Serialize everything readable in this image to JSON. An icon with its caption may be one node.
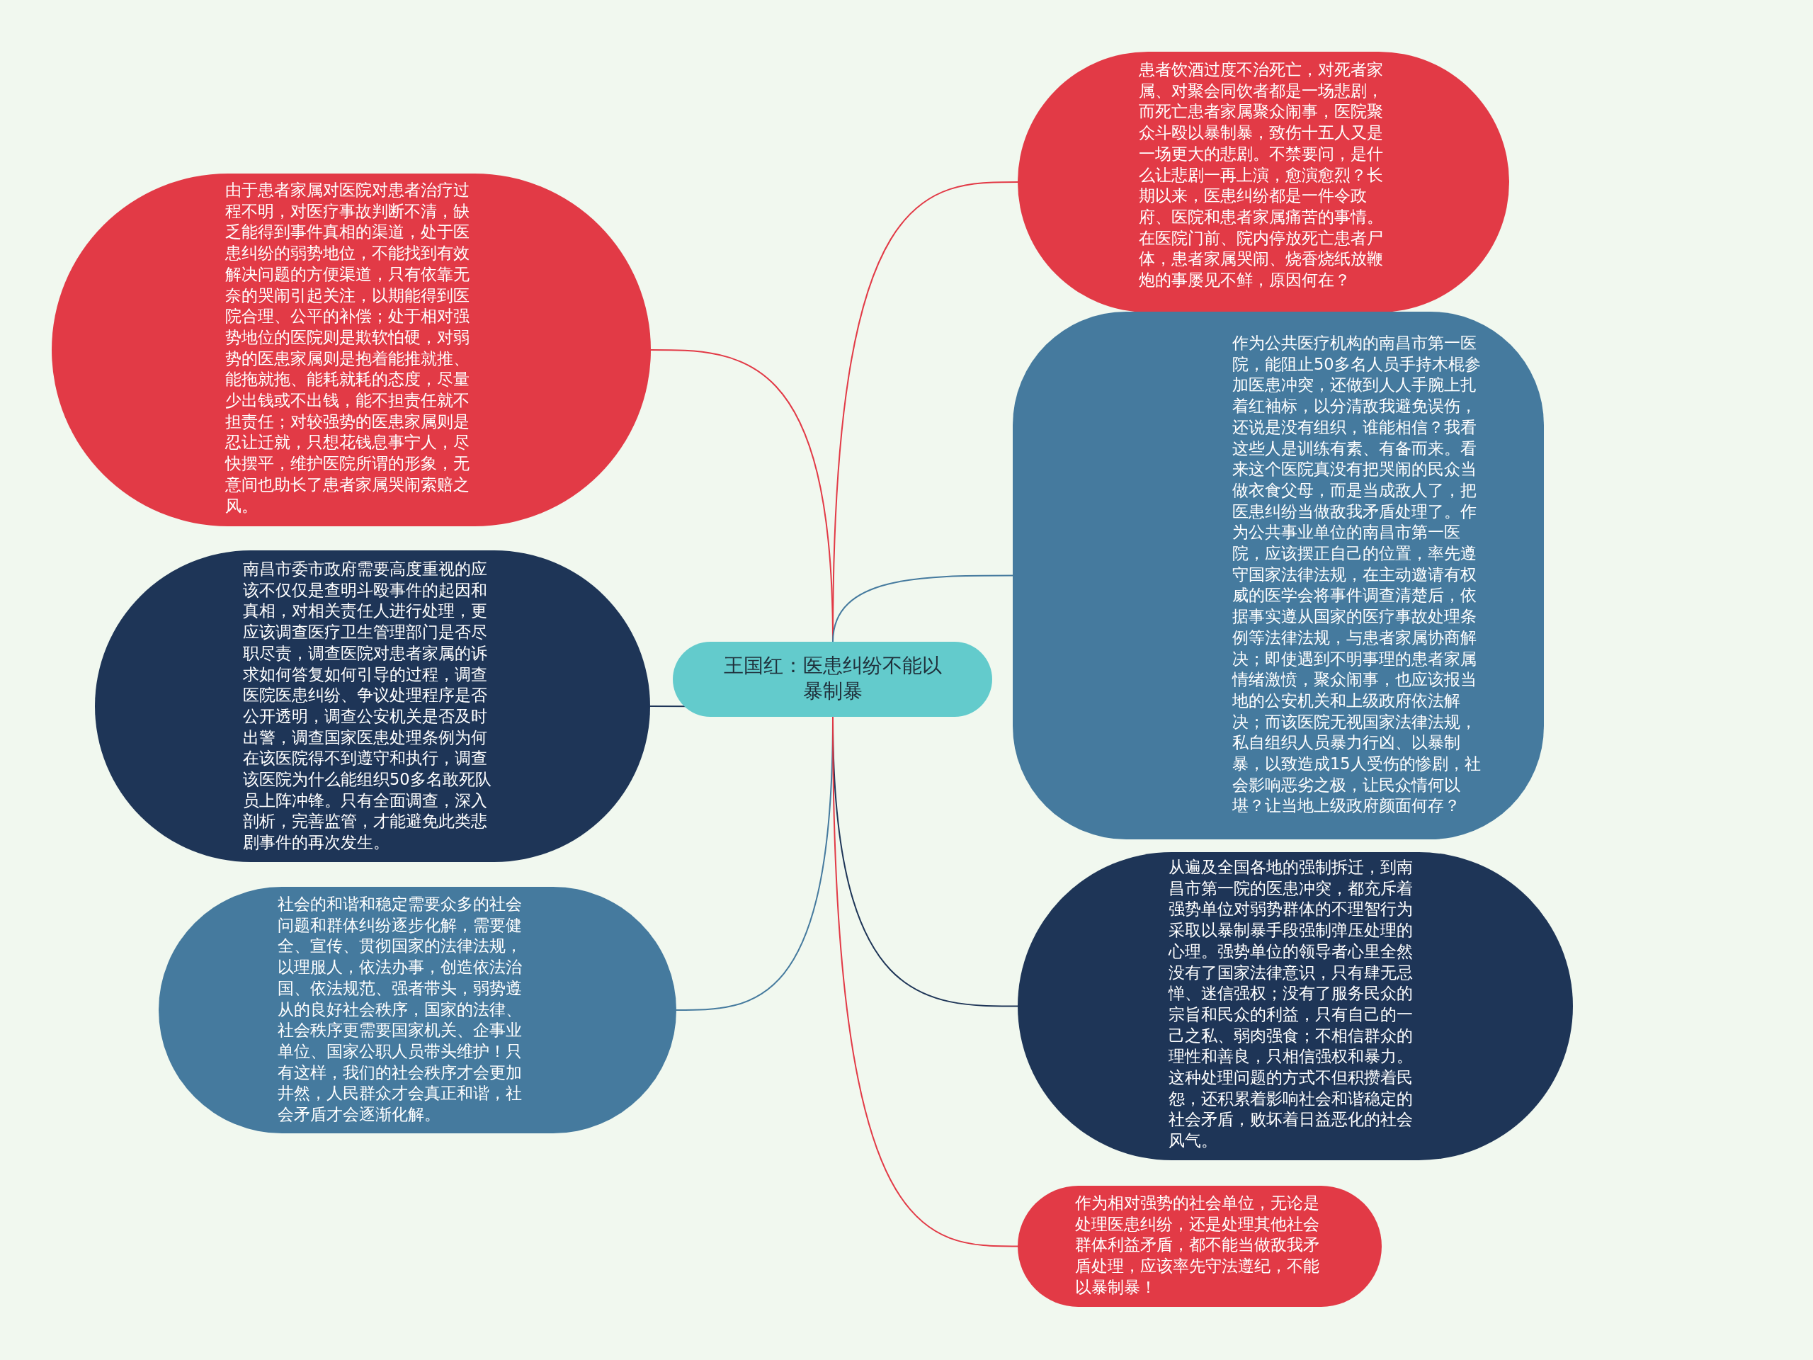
{
  "diagram": {
    "nodes": [
      {
        "text": [
          "王国红：医患纠纷不能以暴制暴"
        ]
      },
      {
        "text": [
          "由于患者家属对医院对患者治疗过程不明，对医疗事故判断不清，缺乏能得到事件真相的渠道，处于医患纠纷的弱势地位，不能找到有效解决问题的方便渠道，只有依靠无奈的哭闹引起关注，以期能得到医院合理、公平的补偿；处于相对强势地位的医院则是欺软怕硬，对弱势的医患家属则是抱着能推就推、能拖就拖、能耗就耗的态度，尽量少出钱或不出钱，能不担责任就不担责任；对较强势的医患家属则是忍让迁就，只想花钱息事宁人，尽快摆平，维护医院所谓的形象，无意间也助长了患者家属哭闹索赔之风。"
        ]
      },
      {
        "text": [
          "南昌市委市政府需要高度重视的应该不仅仅是查明斗殴事件的起因和真相，对相关责任人进行处理，更应该调查医疗卫生管理部门是否尽职尽责，调查医院对患者家属的诉求如何答复如何引导的过程，调查医院医患纠纷、争议处理程序是否公开透明，调查公安机关是否及时出警，调查国家医患处理条例为何在该医院得不到遵守和执行，调查该医院为什么能组织50多名敢死队员上阵冲锋。只有全面调查，深入剖析，完善监管，才能避免此类悲剧事件的再次发生。"
        ]
      },
      {
        "text": [
          "社会的和谐和稳定需要众多的社会问题和群体纠纷逐步化解，需要健全、宣传、贯彻国家的法律法规，以理服人，依法办事，创造依法治国、依法规范、强者带头，弱势遵从的良好社会秩序，国家的法律、社会秩序更需要国家机关、企事业单位、国家公职人员带头维护！只有这样，我们的社会秩序才会更加井然，人民群众才会真正和谐，社会矛盾才会逐渐化解。"
        ]
      },
      {
        "text": [
          "患者饮酒过度不治死亡，对死者家属、对聚会同饮者都是一场悲剧，而死亡患者家属聚众闹事，医院聚众斗殴以暴制暴，致伤十五人又是一场更大的悲剧。不禁要问，是什么让悲剧一再上演，愈演愈烈？长期以来，医患纠纷都是一件令政府、医院和患者家属痛苦的事情。在医院门前、院内停放死亡患者尸体，患者家属哭闹、烧香烧纸放鞭炮的事屡见不鲜，原因何在？"
        ]
      },
      {
        "text": [
          "作为公共医疗机构的南昌市第一医院，能阻止50多名人员手持木棍参加医患冲突，还做到人人手腕上扎着红袖标，以分清敌我避免误伤，还说是没有组织，谁能相信？我看这些人是训练有素、有备而来。看来这个医院真没有把哭闹的民众当做衣食父母，而是当成敌人了，把医患纠纷当做敌我矛盾处理了。作为公共事业单位的南昌市第一医院，应该摆正自己的位置，率先遵守国家法律法规，在主动邀请有权威的医学会将事件调查清楚后，依据事实遵从国家的医疗事故处理条例等法律法规，与患者家属协商解决；即使遇到不明事理的患者家属情绪激愤，聚众闹事，也应该报当地的公安机关和上级政府依法解决；而该医院无视国家法律法规，私自组织人员暴力行凶、以暴制暴，以致造成15人受伤的惨剧，社会影响恶劣之极，让民众情何以堪？让当地上级政府颜面何存？"
        ]
      },
      {
        "text": [
          "从遍及全国各地的强制拆迁，到南昌市第一院的医患冲突，都充斥着强势单位对弱势群体的不理智行为采取以暴制暴手段强制弹压处理的心理。强势单位的领导者心里全然没有了国家法律意识，只有肆无忌惮、迷信强权；没有了服务民众的宗旨和民众的利益，只有自己的一己之私、弱肉强食；不相信群众的理性和善良，只相信强权和暴力。这种处理问题的方式不但积攒着民怨，还积累着影响社会和谐稳定的社会矛盾，败坏着日益恶化的社会风气。"
        ]
      },
      {
        "text": [
          "作为相对强势的社会单位，无论是处理医患纠纷，还是处理其他社会群体利益矛盾，都不能当做敌我矛盾处理，应该率先守法遵纪，不能以暴制暴！"
        ]
      }
    ],
    "edges": [
      {
        "from": 0,
        "to": 1,
        "arrow": "none",
        "color": "#e23a46"
      },
      {
        "from": 0,
        "to": 2,
        "arrow": "none",
        "color": "#1e3557"
      },
      {
        "from": 0,
        "to": 3,
        "arrow": "none",
        "color": "#457a9e"
      },
      {
        "from": 0,
        "to": 4,
        "arrow": "none",
        "color": "#e23a46"
      },
      {
        "from": 0,
        "to": 5,
        "arrow": "none",
        "color": "#457a9e"
      },
      {
        "from": 0,
        "to": 6,
        "arrow": "none",
        "color": "#1e3557"
      },
      {
        "from": 0,
        "to": 7,
        "arrow": "none",
        "color": "#e23a46"
      }
    ]
  }
}
